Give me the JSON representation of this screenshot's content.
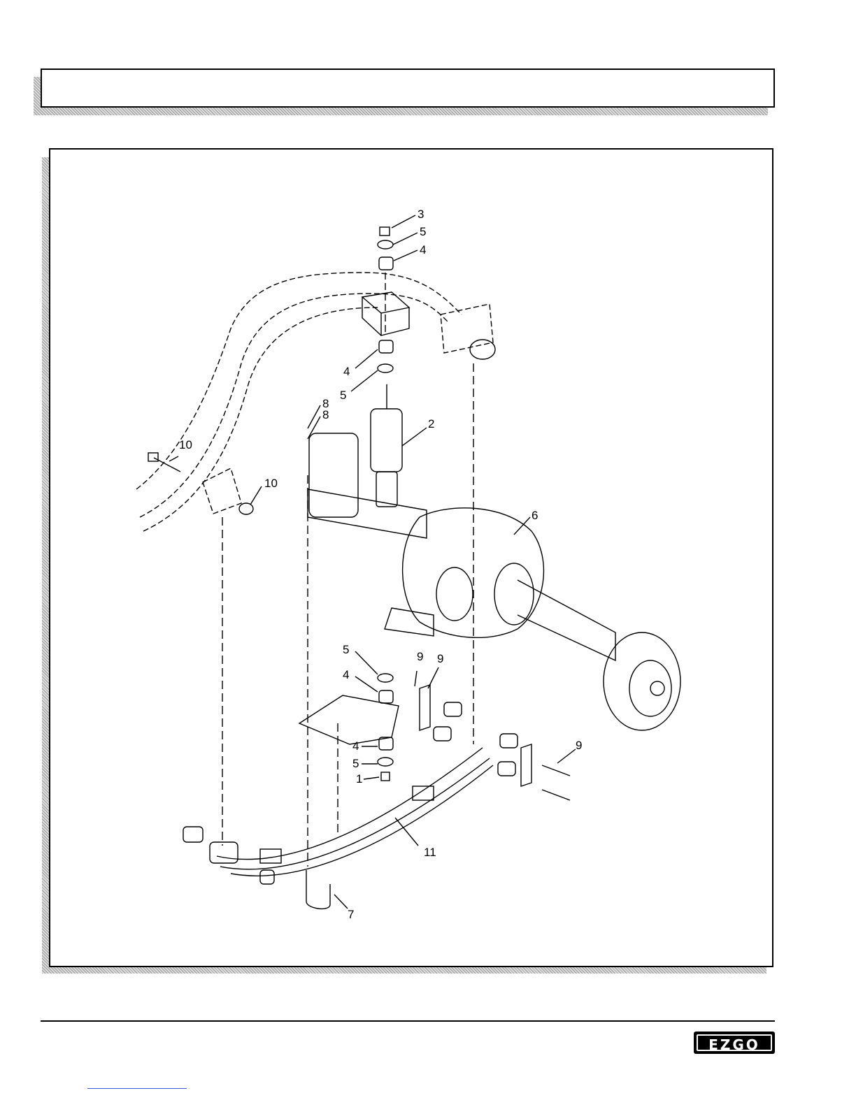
{
  "header": {
    "title": ""
  },
  "figure": {
    "callouts": [
      {
        "id": "c3",
        "label": "3"
      },
      {
        "id": "c5a",
        "label": "5"
      },
      {
        "id": "c4a",
        "label": "4"
      },
      {
        "id": "c4b",
        "label": "4"
      },
      {
        "id": "c5b",
        "label": "5"
      },
      {
        "id": "c8a",
        "label": "8"
      },
      {
        "id": "c8b",
        "label": "8"
      },
      {
        "id": "c2",
        "label": "2"
      },
      {
        "id": "c10a",
        "label": "10"
      },
      {
        "id": "c10b",
        "label": "10"
      },
      {
        "id": "c6",
        "label": "6"
      },
      {
        "id": "c5c",
        "label": "5"
      },
      {
        "id": "c9a",
        "label": "9"
      },
      {
        "id": "c9b",
        "label": "9"
      },
      {
        "id": "c4c",
        "label": "4"
      },
      {
        "id": "c4d",
        "label": "4"
      },
      {
        "id": "c5d",
        "label": "5"
      },
      {
        "id": "c1",
        "label": "1"
      },
      {
        "id": "c9c",
        "label": "9"
      },
      {
        "id": "c11",
        "label": "11"
      },
      {
        "id": "c7",
        "label": "7"
      }
    ]
  },
  "footer": {
    "logo_text": "EZGO"
  }
}
